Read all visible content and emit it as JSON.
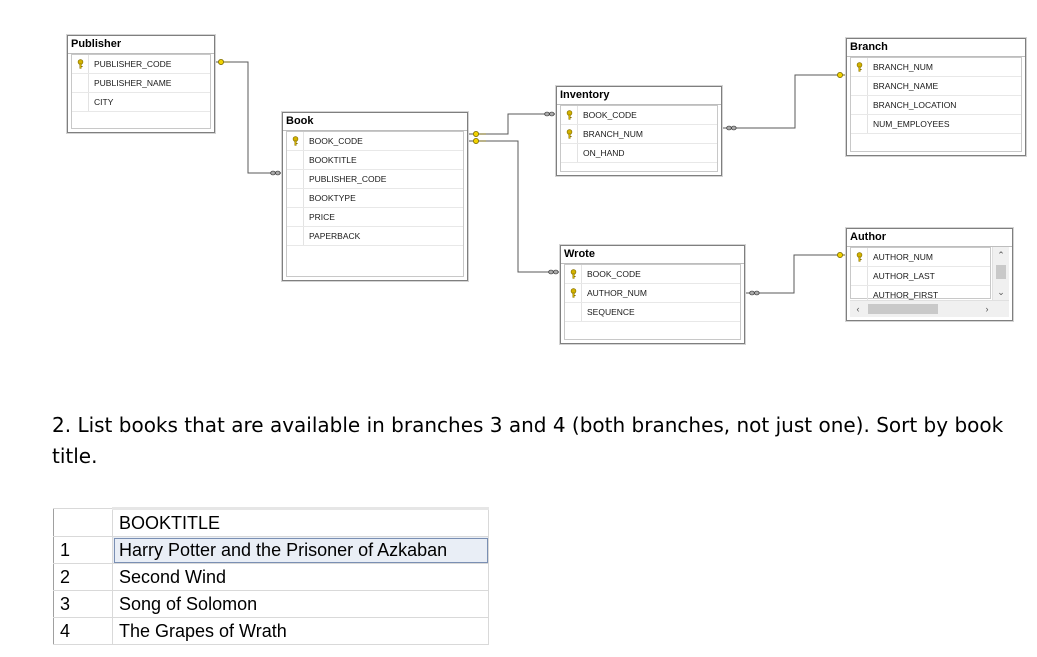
{
  "tables": {
    "publisher": {
      "title": "Publisher",
      "fields": [
        {
          "name": "PUBLISHER_CODE",
          "key": true
        },
        {
          "name": "PUBLISHER_NAME",
          "key": false
        },
        {
          "name": "CITY",
          "key": false
        }
      ]
    },
    "book": {
      "title": "Book",
      "fields": [
        {
          "name": "BOOK_CODE",
          "key": true
        },
        {
          "name": "BOOKTITLE",
          "key": false
        },
        {
          "name": "PUBLISHER_CODE",
          "key": false
        },
        {
          "name": "BOOKTYPE",
          "key": false
        },
        {
          "name": "PRICE",
          "key": false
        },
        {
          "name": "PAPERBACK",
          "key": false
        }
      ]
    },
    "inventory": {
      "title": "Inventory",
      "fields": [
        {
          "name": "BOOK_CODE",
          "key": true
        },
        {
          "name": "BRANCH_NUM",
          "key": true
        },
        {
          "name": "ON_HAND",
          "key": false
        }
      ]
    },
    "branch": {
      "title": "Branch",
      "fields": [
        {
          "name": "BRANCH_NUM",
          "key": true
        },
        {
          "name": "BRANCH_NAME",
          "key": false
        },
        {
          "name": "BRANCH_LOCATION",
          "key": false
        },
        {
          "name": "NUM_EMPLOYEES",
          "key": false
        }
      ]
    },
    "wrote": {
      "title": "Wrote",
      "fields": [
        {
          "name": "BOOK_CODE",
          "key": true
        },
        {
          "name": "AUTHOR_NUM",
          "key": true
        },
        {
          "name": "SEQUENCE",
          "key": false
        }
      ]
    },
    "author": {
      "title": "Author",
      "fields": [
        {
          "name": "AUTHOR_NUM",
          "key": true
        },
        {
          "name": "AUTHOR_LAST",
          "key": false
        },
        {
          "name": "AUTHOR_FIRST",
          "key": false
        }
      ]
    }
  },
  "question": "2. List books that are available in branches 3 and 4 (both branches, not just one). Sort by book title.",
  "results": {
    "column": "BOOKTITLE",
    "rows": [
      {
        "n": "1",
        "title": "Harry Potter and the Prisoner of Azkaban"
      },
      {
        "n": "2",
        "title": "Second Wind"
      },
      {
        "n": "3",
        "title": "Song of Solomon"
      },
      {
        "n": "4",
        "title": "The Grapes of Wrath"
      }
    ]
  },
  "colors": {
    "key": "#d4b300",
    "line": "#5a5a5a"
  }
}
